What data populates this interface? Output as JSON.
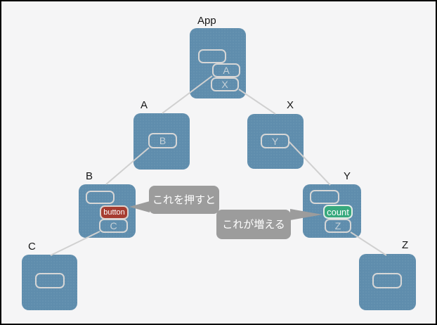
{
  "diagram": {
    "description": "component-tree",
    "colors": {
      "node_blue": "#5f8dad",
      "background": "#f5f5f6",
      "frame": "#000000",
      "connector": "#d0d0d0",
      "bubble_gray": "#9c9c9c",
      "button_red": "#a63c30",
      "count_green": "#37a97d",
      "box_border": "#d6d6d6"
    }
  },
  "nodes": {
    "app": {
      "label": "App",
      "slots": [
        "",
        "A",
        "X"
      ]
    },
    "a": {
      "label": "A",
      "slots": [
        "B"
      ]
    },
    "x": {
      "label": "X",
      "slots": [
        "Y"
      ]
    },
    "b": {
      "label": "B",
      "slots": [
        "",
        "button",
        "C"
      ]
    },
    "y": {
      "label": "Y",
      "slots": [
        "",
        "count",
        "Z"
      ]
    },
    "c": {
      "label": "C",
      "slots": [
        ""
      ]
    },
    "z": {
      "label": "Z",
      "slots": [
        ""
      ]
    }
  },
  "annotations": {
    "press": "これを押すと",
    "increase": "これが増える"
  }
}
